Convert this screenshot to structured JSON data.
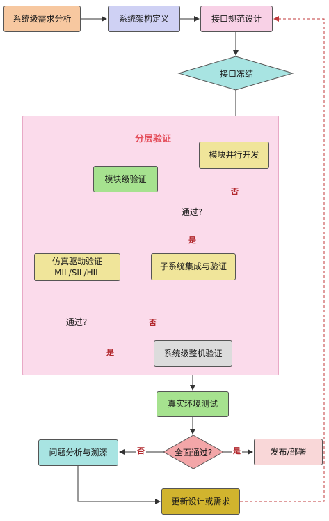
{
  "region": {
    "title": "分层验证"
  },
  "nodes": {
    "sys_req": "系统级需求分析",
    "sys_arch": "系统架构定义",
    "iface_spec": "接口规范设计",
    "iface_freeze": "接口冻结",
    "module_dev": "模块并行开发",
    "module_verify": "模块级验证",
    "pass1": "通过?",
    "sim_verify": "仿真驱动验证\nMIL/SIL/HIL",
    "subsys": "子系统集成与验证",
    "pass2": "通过?",
    "sys_verify": "系统级整机验证",
    "real_test": "真实环境测试",
    "all_pass": "全面通过?",
    "problem": "问题分析与溯源",
    "release": "发布/部署",
    "update": "更新设计或需求"
  },
  "edge_labels": {
    "pass1_no": "否",
    "pass1_yes": "是",
    "pass2_no": "否",
    "pass2_yes": "是",
    "all_no": "否",
    "all_yes": "是"
  },
  "colors": {
    "orange": "#f7c8a0",
    "lavender": "#cfd1f4",
    "pink": "#f8d1e6",
    "teal": "#a8e4e2",
    "yellow": "#f0e59a",
    "green": "#a6e28f",
    "diamond_orange": "#f3a65f",
    "diamond_pink": "#f3a6a8",
    "gray": "#dcdcdc",
    "rose": "#f9d7d8",
    "olive": "#d1b42e",
    "feedback": "#c0393b"
  }
}
